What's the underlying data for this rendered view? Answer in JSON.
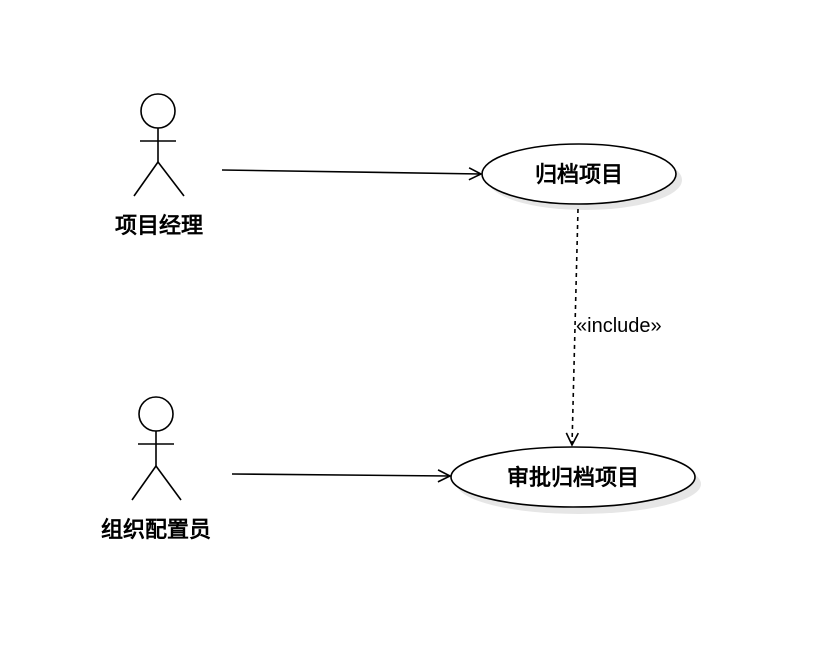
{
  "actors": [
    {
      "id": "project-manager",
      "label": "项目经理"
    },
    {
      "id": "org-config-admin",
      "label": "组织配置员"
    }
  ],
  "use_cases": [
    {
      "id": "archive-project",
      "label": "归档项目"
    },
    {
      "id": "approve-archive-project",
      "label": "审批归档项目"
    }
  ],
  "relationships": [
    {
      "type": "association",
      "from": "project-manager",
      "to": "archive-project"
    },
    {
      "type": "association",
      "from": "org-config-admin",
      "to": "approve-archive-project"
    },
    {
      "type": "include",
      "from": "archive-project",
      "to": "approve-archive-project",
      "label": "«include»"
    }
  ],
  "colors": {
    "line": "#000000",
    "shadow": "#e6e6e6",
    "fill": "#ffffff"
  }
}
